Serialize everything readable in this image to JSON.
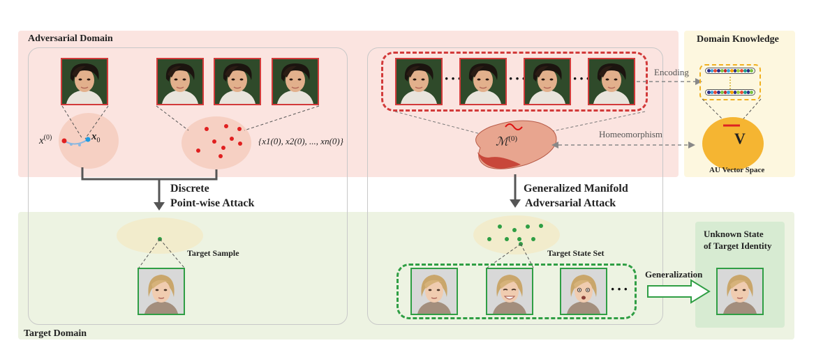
{
  "domains": {
    "adversarial": "Adversarial Domain",
    "target": "Target Domain",
    "knowledge": "Domain Knowledge"
  },
  "left": {
    "attack_line1": "Discrete",
    "attack_line2": "Point-wise Attack",
    "x0_label": "x(0)",
    "x0_base": "x",
    "x0_sup": "(0)",
    "x_zero_label": "x0",
    "xzero_base": "x",
    "xzero_sub": "0",
    "set_label": "{x1(0), x2(0), ..., xn(0)}",
    "target_sample": "Target Sample"
  },
  "right": {
    "attack_line1": "Generalized Manifold",
    "attack_line2": "Adversarial Attack",
    "manifold_label": "M(0)",
    "manifold_base": "ℳ",
    "manifold_sup": "(0)",
    "encoding": "Encoding",
    "homeomorphism": "Homeomorphism",
    "au_space": "AU Vector Space",
    "v_symbol": "V",
    "target_state_set": "Target State Set",
    "generalization": "Generalization",
    "unknown_line1": "Unknown State",
    "unknown_line2": "of Target Identity"
  },
  "colors": {
    "adv_bg": "#fbe4e0",
    "target_bg": "#edf3e2",
    "knowledge_bg": "#fdf7df",
    "red": "#d23a3a",
    "green": "#2f9e44",
    "manifold": "#e8a58f",
    "au_circle": "#f5b532"
  },
  "au_bar_colors": [
    "#2b2f87",
    "#3ba0d8",
    "#e64b35",
    "#2b2f87",
    "#7ac143",
    "#c1272d",
    "#3ba0d8",
    "#f4a300",
    "#2b2f87",
    "#9ccb3b",
    "#e64b35",
    "#1f9d8f",
    "#2b2f87",
    "#7ac143"
  ]
}
